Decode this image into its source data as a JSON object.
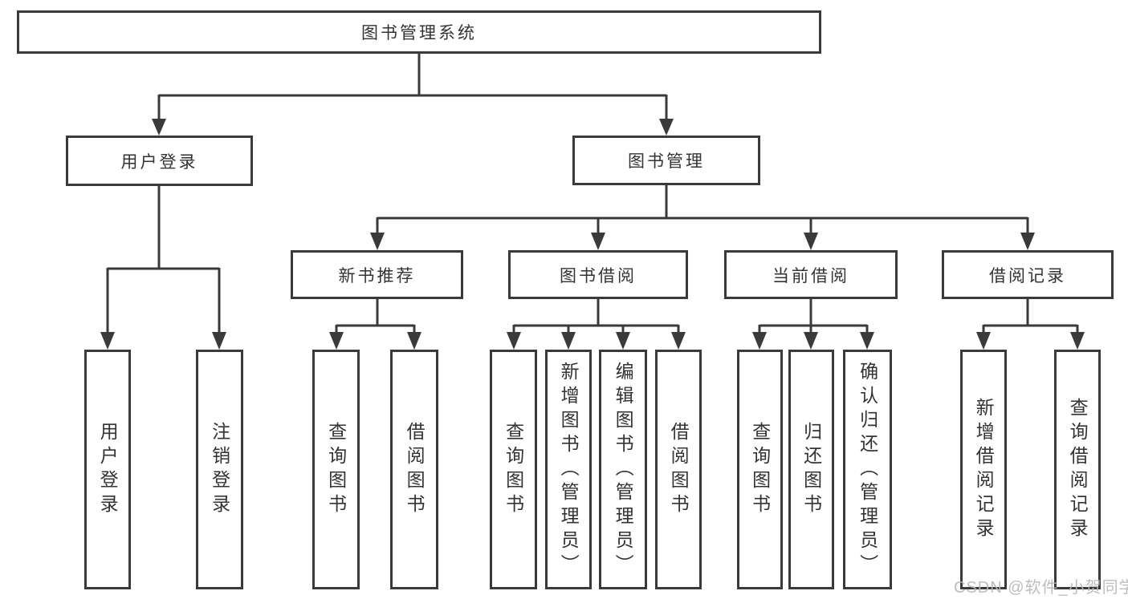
{
  "diagram": {
    "root": {
      "label": "图书管理系统"
    },
    "level2": [
      {
        "label": "用户登录",
        "children": [
          {
            "label": "用户登录"
          },
          {
            "label": "注销登录"
          }
        ]
      },
      {
        "label": "图书管理",
        "children": [
          {
            "label": "新书推荐",
            "children": [
              {
                "label": "查询图书"
              },
              {
                "label": "借阅图书"
              }
            ]
          },
          {
            "label": "图书借阅",
            "children": [
              {
                "label": "查询图书"
              },
              {
                "label": "新增图书（管理员）"
              },
              {
                "label": "编辑图书（管理员）"
              },
              {
                "label": "借阅图书"
              }
            ]
          },
          {
            "label": "当前借阅",
            "children": [
              {
                "label": "查询图书"
              },
              {
                "label": "归还图书"
              },
              {
                "label": "确认归还（管理员）"
              }
            ]
          },
          {
            "label": "借阅记录",
            "children": [
              {
                "label": "新增借阅记录"
              },
              {
                "label": "查询借阅记录"
              }
            ]
          }
        ]
      }
    ]
  },
  "watermark": {
    "text": "CSDN @软件_小贺同学"
  },
  "colors": {
    "line": "#3a3a3a",
    "text": "#333333",
    "node_background": "#ffffff",
    "page_background": "#ffffff",
    "watermark": "#b7b7b7"
  }
}
